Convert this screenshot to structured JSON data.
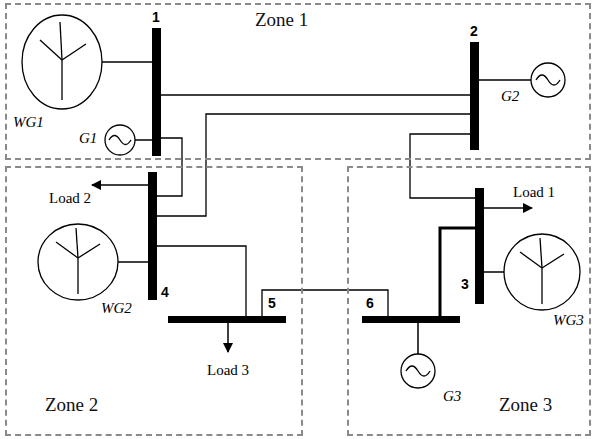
{
  "diagram": {
    "nodes": [
      {
        "text": [
          "Zone 1"
        ]
      },
      {
        "text": [
          "1"
        ],
        "in": 0
      },
      {
        "text": [
          "2"
        ],
        "in": 0
      },
      {
        "text": [
          "Zone 2"
        ]
      },
      {
        "text": [
          "4"
        ],
        "in": 3
      },
      {
        "text": [
          "5"
        ],
        "in": 3
      },
      {
        "text": [
          "Zone 3"
        ]
      },
      {
        "text": [
          "3"
        ],
        "in": 6
      },
      {
        "text": [
          "6"
        ],
        "in": 6
      }
    ],
    "edges": [
      {
        "from": 1,
        "to": 2,
        "arrow": "none"
      },
      {
        "from": 1,
        "to": 4,
        "arrow": "none"
      },
      {
        "from": 2,
        "to": 4,
        "arrow": "none"
      },
      {
        "from": 2,
        "to": 7,
        "arrow": "none"
      },
      {
        "from": 4,
        "to": 5,
        "arrow": "none"
      },
      {
        "from": 5,
        "to": 8,
        "arrow": "none"
      },
      {
        "from": 7,
        "to": 8,
        "arrow": "none"
      }
    ],
    "labels": [
      "WG1",
      "G1",
      "G2",
      "Load 2",
      "WG2",
      "Load 3",
      "Load 1",
      "WG3",
      "G3"
    ]
  }
}
